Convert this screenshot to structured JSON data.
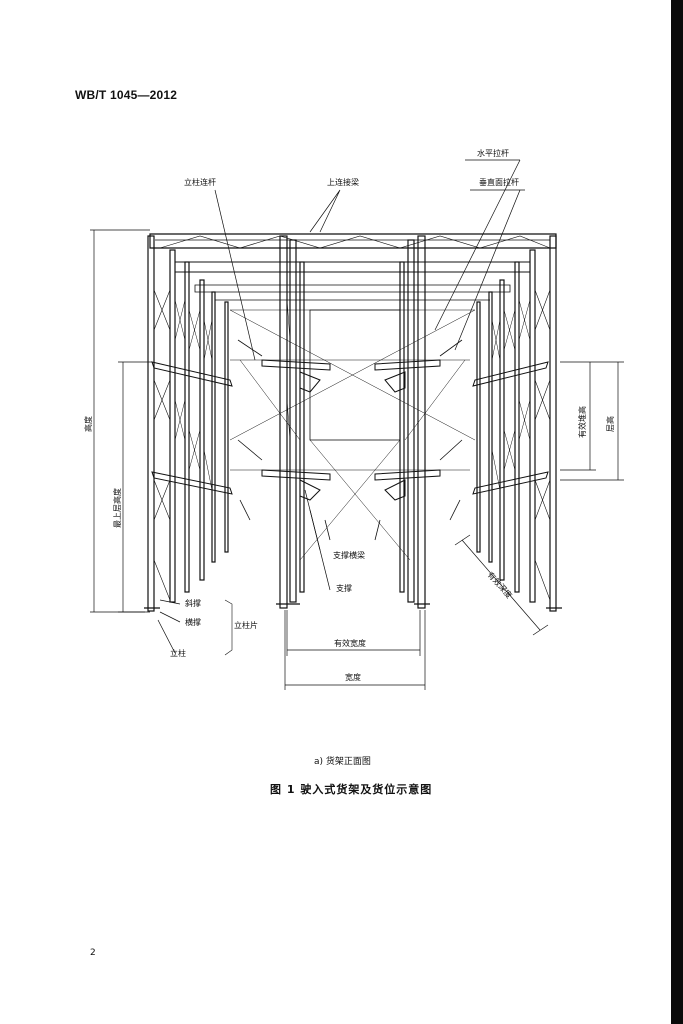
{
  "header": {
    "standard_code": "WB/T 1045—2012"
  },
  "figure": {
    "labels": {
      "horizontal_tie": "水平拉杆",
      "column_tie": "立柱连杆",
      "top_beam": "上连接梁",
      "vertical_tie": "垂直面拉杆",
      "height": "高度",
      "top_level_height": "最上层高度",
      "effective_clear_height": "有效堆高",
      "level_height": "层高",
      "support_beam": "支撑横梁",
      "support": "支撑",
      "diagonal_brace": "斜撑",
      "horizontal_brace": "横撑",
      "upright_frame": "立柱片",
      "upright": "立柱",
      "effective_width": "有效宽度",
      "width": "宽度",
      "effective_depth": "有效深度"
    },
    "subcaption": "a)  货架正面图",
    "caption": "图 1   驶入式货架及货位示意图"
  },
  "footer": {
    "page_number": "2"
  }
}
